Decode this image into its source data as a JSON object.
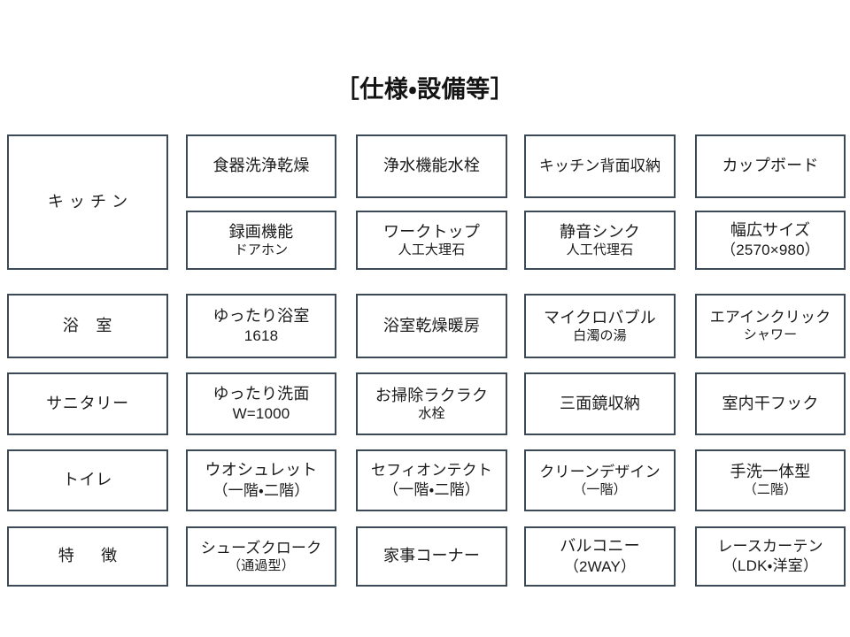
{
  "header": {
    "title": "［仕様・設備等］"
  },
  "colors": {
    "border": "#3c4a58",
    "text": "#1a1a1a",
    "background": "#ffffff"
  },
  "table": {
    "rows": [
      {
        "category": "キッチン",
        "cells": [
          {
            "main": "食器洗浄乾燥",
            "sub": ""
          },
          {
            "main": "浄水機能水栓",
            "sub": ""
          },
          {
            "main": "キッチン背面収納",
            "sub": ""
          },
          {
            "main": "カップボード",
            "sub": ""
          },
          {
            "main": "録画機能",
            "sub": "ドアホン"
          },
          {
            "main": "ワークトップ",
            "sub": "人工大理石"
          },
          {
            "main": "静音シンク",
            "sub": "人工代理石"
          },
          {
            "main": "幅広サイズ",
            "sub": "（2570×980）"
          }
        ]
      },
      {
        "category": "浴　室",
        "cells": [
          {
            "main": "ゆったり浴室",
            "sub": "1618"
          },
          {
            "main": "浴室乾燥暖房",
            "sub": ""
          },
          {
            "main": "マイクロバブル",
            "sub": "白濁の湯"
          },
          {
            "main": "エアインクリック",
            "sub": "シャワー"
          }
        ]
      },
      {
        "category": "サニタリー",
        "cells": [
          {
            "main": "ゆったり洗面",
            "sub": "W=1000"
          },
          {
            "main": "お掃除ラクラク",
            "sub": "水栓"
          },
          {
            "main": "三面鏡収納",
            "sub": ""
          },
          {
            "main": "室内干フック",
            "sub": ""
          }
        ]
      },
      {
        "category": "トイレ",
        "cells": [
          {
            "main": "ウオシュレット",
            "sub": "（一階・二階）"
          },
          {
            "main": "セフィオンテクト",
            "sub": "（一階・二階）"
          },
          {
            "main": "クリーンデザイン",
            "sub": "（一階）"
          },
          {
            "main": "手洗一体型",
            "sub": "（二階）"
          }
        ]
      },
      {
        "category": "特　徴",
        "cells": [
          {
            "main": "シューズクローク",
            "sub": "（通過型）"
          },
          {
            "main": "家事コーナー",
            "sub": ""
          },
          {
            "main": "バルコニー",
            "sub": "（2WAY）"
          },
          {
            "main": "レースカーテン",
            "sub": "（LDK・洋室）"
          }
        ]
      }
    ]
  }
}
